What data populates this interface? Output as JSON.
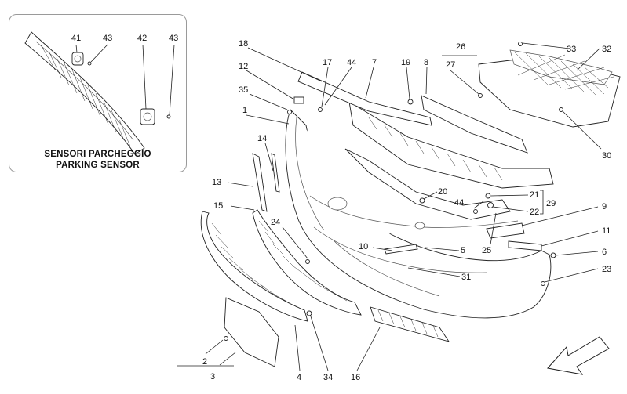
{
  "inset": {
    "title_line1": "SENSORI PARCHEGGIO",
    "title_line2": "PARKING SENSOR",
    "callouts": [
      "41",
      "43",
      "42",
      "43"
    ]
  },
  "callouts": {
    "c1": "1",
    "c2": "2",
    "c3": "3",
    "c4": "4",
    "c5": "5",
    "c6": "6",
    "c7": "7",
    "c8": "8",
    "c9": "9",
    "c10": "10",
    "c11": "11",
    "c12": "12",
    "c13": "13",
    "c14": "14",
    "c15": "15",
    "c16": "16",
    "c17": "17",
    "c18": "18",
    "c19": "19",
    "c20": "20",
    "c21": "21",
    "c22": "22",
    "c23": "23",
    "c24": "24",
    "c25": "25",
    "c26": "26",
    "c27": "27",
    "c29": "29",
    "c30": "30",
    "c31": "31",
    "c32": "32",
    "c33": "33",
    "c34": "34",
    "c35": "35",
    "c44a": "44",
    "c44b": "44"
  }
}
